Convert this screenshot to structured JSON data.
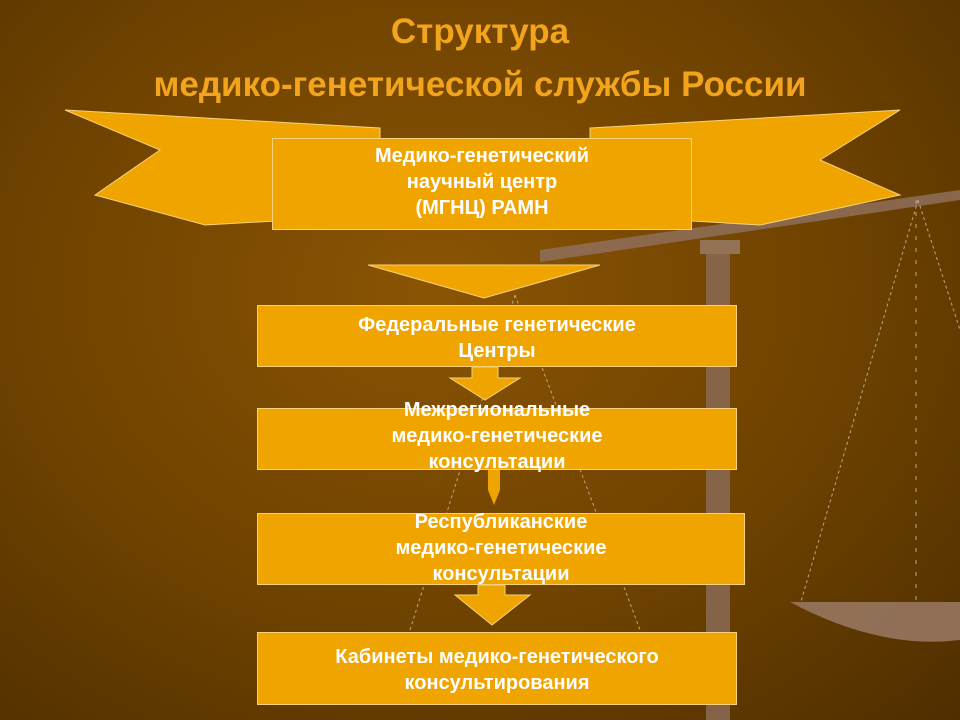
{
  "title": {
    "line1": "Структура",
    "line2": "медико-генетической службы России"
  },
  "levels": [
    {
      "lines": [
        "Медико-генетический",
        "научный центр",
        "(МГНЦ) РАМН"
      ]
    },
    {
      "lines": [
        "Федеральные генетические",
        "Центры"
      ]
    },
    {
      "lines": [
        "Межрегиональные",
        "медико-генетические",
        "консультации"
      ]
    },
    {
      "lines": [
        "Республиканские",
        "медико-генетические",
        "консультации"
      ]
    },
    {
      "lines": [
        "Кабинеты медико-генетического",
        "консультирования"
      ]
    }
  ],
  "colors": {
    "background": "#6e4200",
    "box": "#f0a400",
    "title": "#f2a51c"
  }
}
